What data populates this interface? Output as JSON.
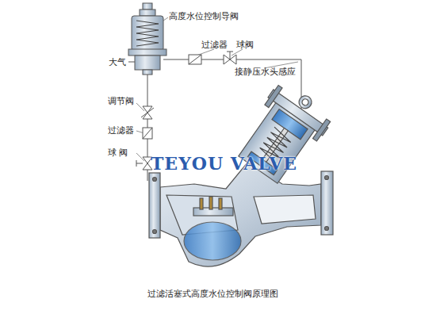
{
  "diagram": {
    "caption": "过滤活塞式高度水位控制阀原理图",
    "labels": [
      "高度水位控制导阀",
      "大气",
      "过滤器",
      "球阀",
      "接静压水头感应",
      "调节阀",
      "过滤器",
      "球 阀",
      "TEYOU VALVE"
    ]
  }
}
